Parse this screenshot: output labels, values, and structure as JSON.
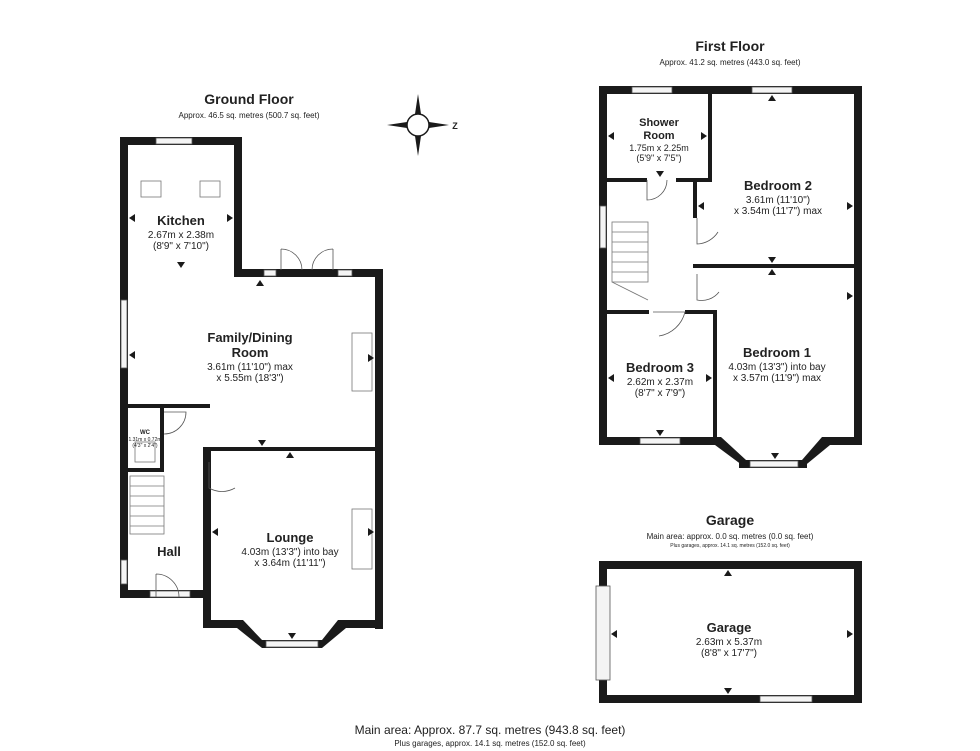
{
  "ground_floor": {
    "title": "Ground Floor",
    "area": "Approx. 46.5 sq. metres (500.7 sq. feet)",
    "rooms": {
      "kitchen": {
        "name": "Kitchen",
        "dim1": "2.67m x 2.38m",
        "dim2": "(8'9\" x 7'10\")"
      },
      "family": {
        "name1": "Family/Dining",
        "name2": "Room",
        "dim1": "3.61m (11'10\") max",
        "dim2": "x 5.55m (18'3\")"
      },
      "wc": {
        "name": "WC",
        "dim1": "1.31m x 0.72m",
        "dim2": "(4'3\" x 2'4\")"
      },
      "hall": {
        "name": "Hall"
      },
      "lounge": {
        "name": "Lounge",
        "dim1": "4.03m (13'3\") into bay",
        "dim2": "x 3.64m (11'11\")"
      }
    }
  },
  "first_floor": {
    "title": "First Floor",
    "area": "Approx. 41.2 sq. metres (443.0 sq. feet)",
    "rooms": {
      "shower": {
        "name1": "Shower",
        "name2": "Room",
        "dim1": "1.75m x 2.25m",
        "dim2": "(5'9\" x 7'5\")"
      },
      "bed2": {
        "name": "Bedroom 2",
        "dim1": "3.61m (11'10\")",
        "dim2": "x 3.54m (11'7\") max"
      },
      "bed3": {
        "name": "Bedroom 3",
        "dim1": "2.62m x 2.37m",
        "dim2": "(8'7\" x 7'9\")"
      },
      "bed1": {
        "name": "Bedroom 1",
        "dim1": "4.03m (13'3\") into bay",
        "dim2": "x 3.57m (11'9\") max"
      }
    }
  },
  "garage_section": {
    "title": "Garage",
    "area": "Main area: approx. 0.0 sq. metres (0.0 sq. feet)",
    "area_small": "Plus garages, approx. 14.1 sq. metres (152.0 sq. feet)",
    "room": {
      "name": "Garage",
      "dim1": "2.63m x 5.37m",
      "dim2": "(8'8\" x 17'7\")"
    }
  },
  "compass": {
    "label": "Z"
  },
  "footer": {
    "main": "Main area: Approx. 87.7 sq. metres (943.8 sq. feet)",
    "garages": "Plus garages, approx. 14.1 sq. metres (152.0 sq. feet)"
  },
  "icons": [
    "compass-icon",
    "stairs-icon",
    "door-swing-icon",
    "window-icon"
  ],
  "colors": {
    "wall": "#1a1a1a",
    "background": "#ffffff",
    "text": "#222222"
  }
}
